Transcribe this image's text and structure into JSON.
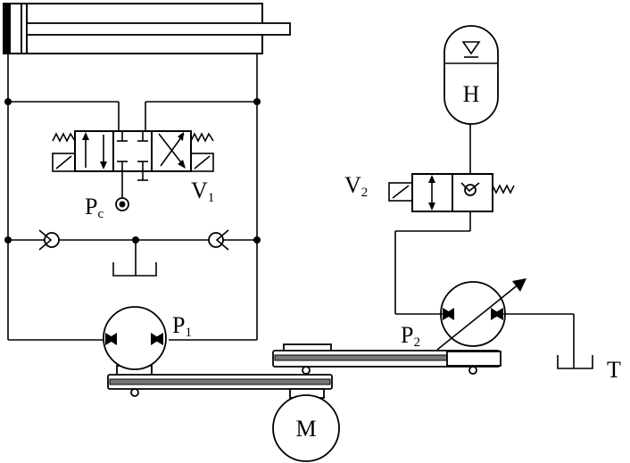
{
  "labels": {
    "pc_main": "P",
    "pc_sub": "c",
    "v1_main": "V",
    "v1_sub": "1",
    "p1_main": "P",
    "p1_sub": "1",
    "v2_main": "V",
    "v2_sub": "2",
    "p2_main": "P",
    "p2_sub": "2",
    "h": "H",
    "m": "M",
    "t": "T"
  }
}
